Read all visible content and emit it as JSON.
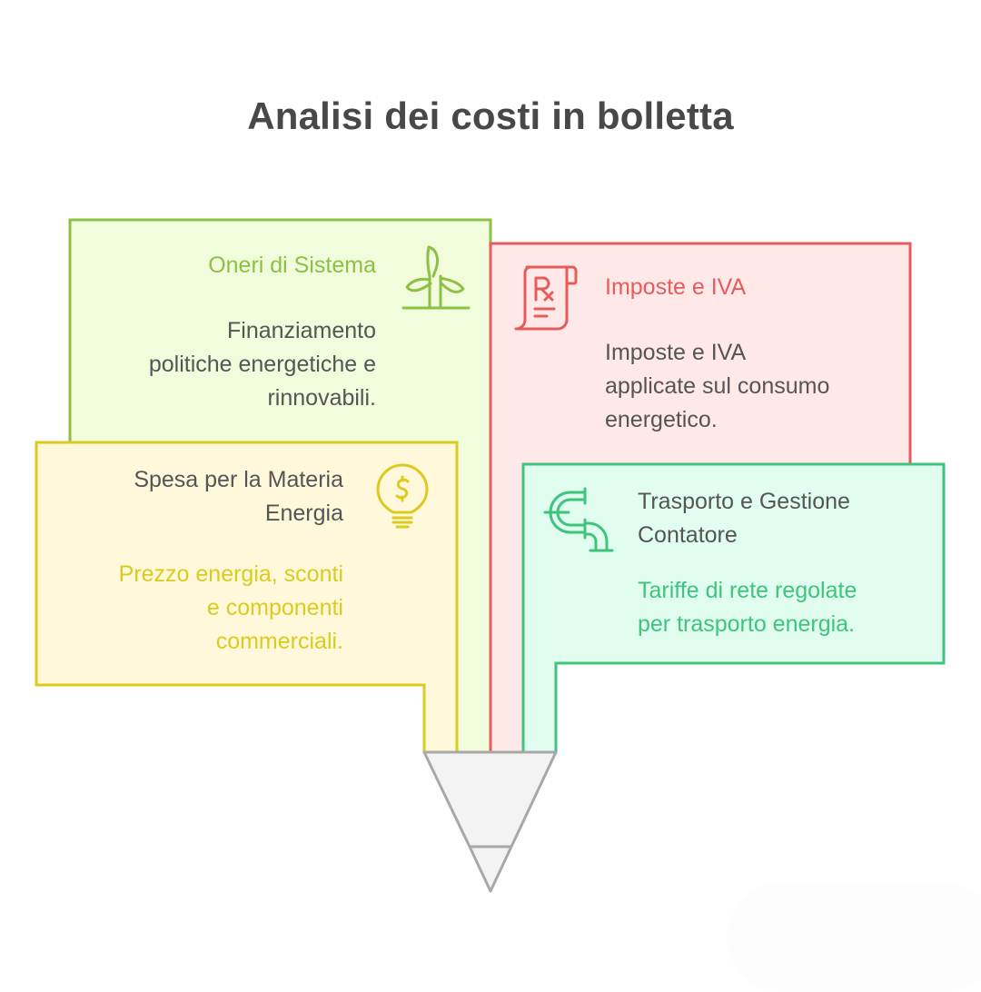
{
  "title": "Analisi dei costi in bolletta",
  "colors": {
    "green": "#8dc044",
    "green_fill": "#f1fcdc",
    "red": "#e55c5c",
    "red_fill": "#ffe8e8",
    "yellow": "#dccb1e",
    "yellow_fill": "#fff8da",
    "teal": "#3fc47e",
    "teal_fill": "#e0fdef",
    "funnel_stroke": "#a8a8a8",
    "funnel_fill": "#f3f3f3",
    "body_text": "#555555"
  },
  "panels": [
    {
      "id": "oneri",
      "heading": "Oneri di Sistema",
      "description_lines": [
        "Finanziamento",
        "politiche energetiche e",
        "rinnovabili."
      ],
      "icon": "wind-turbine-icon"
    },
    {
      "id": "imposte",
      "heading": "Imposte e IVA",
      "description_lines": [
        "Imposte e IVA",
        "applicate sul consumo",
        "energetico."
      ],
      "icon": "prescription-scroll-icon"
    },
    {
      "id": "materia",
      "heading_lines": [
        "Spesa per la Materia",
        "Energia"
      ],
      "description_lines": [
        "Prezzo energia, sconti",
        "e componenti",
        "commerciali."
      ],
      "icon": "lightbulb-dollar-icon"
    },
    {
      "id": "trasporto",
      "heading_lines": [
        "Trasporto e Gestione",
        "Contatore"
      ],
      "description_lines": [
        "Tariffe di rete regolate",
        "per trasporto energia."
      ],
      "icon": "pipes-icon"
    }
  ]
}
